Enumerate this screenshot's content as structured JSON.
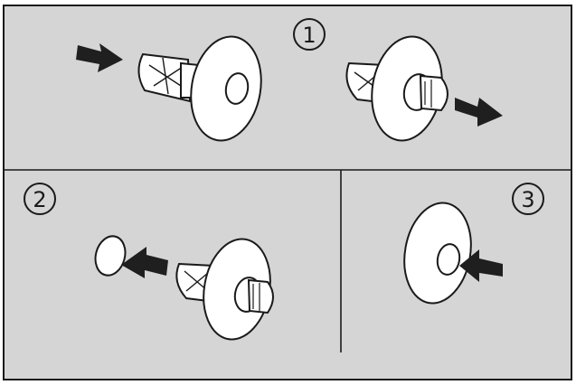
{
  "steps": [
    {
      "number": "1"
    },
    {
      "number": "2"
    },
    {
      "number": "3"
    }
  ],
  "colors": {
    "background": "#d5d5d5",
    "part_fill": "#ffffff",
    "stroke": "#1a1a1a",
    "arrow": "#1f1f1f"
  },
  "icons": [
    "push-arrow-icon",
    "pull-arrow-icon",
    "push-rivet-clip",
    "rivet-pin",
    "washer"
  ]
}
